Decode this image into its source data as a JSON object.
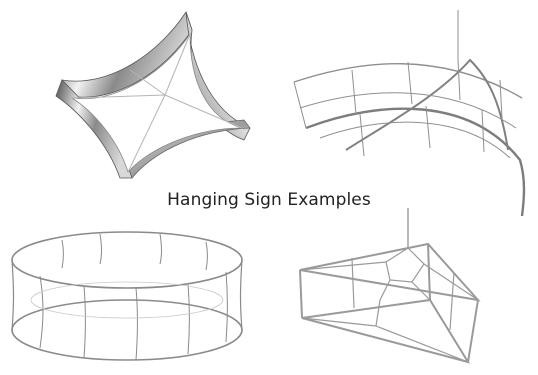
{
  "caption": "Hanging Sign Examples",
  "illustrations": [
    {
      "name": "curved-square-sign-illustration",
      "position": "top-left"
    },
    {
      "name": "arched-frame-sign-illustration",
      "position": "top-right"
    },
    {
      "name": "circular-ring-sign-illustration",
      "position": "bottom-left"
    },
    {
      "name": "triangular-frame-sign-illustration",
      "position": "bottom-right"
    }
  ],
  "colors": {
    "background": "#ffffff",
    "frame": "#9a9a9a",
    "fabric_dark": "#5a5a5a",
    "fabric_light": "#e6e6e6",
    "text": "#222222"
  }
}
